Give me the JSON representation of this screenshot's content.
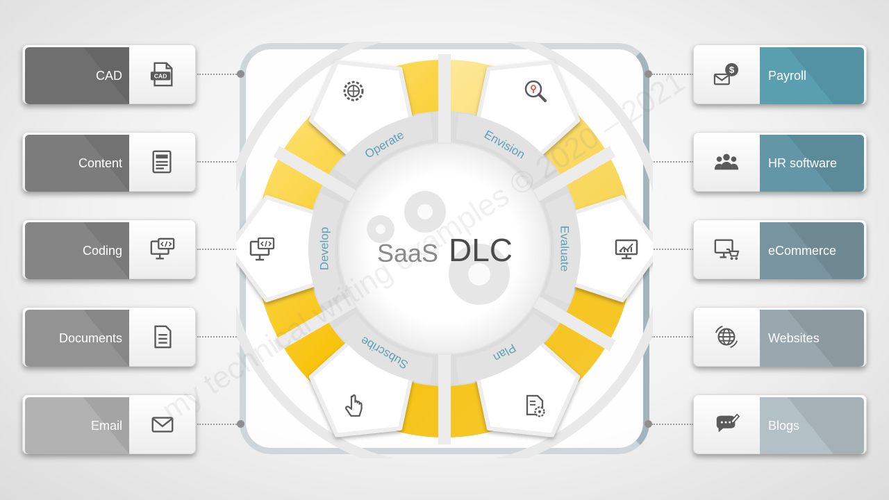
{
  "title": {
    "prefix": "SaaS",
    "main": "DLC"
  },
  "watermark": "my technical writing examples © 2020 – 2021",
  "phases": [
    {
      "label": "Operate",
      "icon": "globe-gear-icon"
    },
    {
      "label": "Envision",
      "icon": "location-search-icon"
    },
    {
      "label": "Evaluate",
      "icon": "monitor-chart-icon"
    },
    {
      "label": "Plan",
      "icon": "document-gear-icon"
    },
    {
      "label": "Subscribe",
      "icon": "pointer-hand-icon"
    },
    {
      "label": "Develop",
      "icon": "monitor-code-icon"
    }
  ],
  "left_items": [
    {
      "label": "CAD",
      "icon": "cad-file-icon",
      "color": "#6f6f6f"
    },
    {
      "label": "Content",
      "icon": "newspaper-icon",
      "color": "#7c7c7c"
    },
    {
      "label": "Coding",
      "icon": "monitor-code-icon",
      "color": "#858585"
    },
    {
      "label": "Documents",
      "icon": "document-icon",
      "color": "#939393"
    },
    {
      "label": "Email",
      "icon": "envelope-icon",
      "color": "#b2b2b2"
    }
  ],
  "right_items": [
    {
      "label": "Payroll",
      "icon": "money-mail-icon",
      "color": "#5a9fb0"
    },
    {
      "label": "HR software",
      "icon": "people-icon",
      "color": "#6396a6"
    },
    {
      "label": "eCommerce",
      "icon": "monitor-cart-icon",
      "color": "#78959f"
    },
    {
      "label": "Websites",
      "icon": "globe-icon",
      "color": "#98a8ae"
    },
    {
      "label": "Blogs",
      "icon": "chat-pen-icon",
      "color": "#b3c0c5"
    }
  ],
  "colors": {
    "accent": "#f5b800",
    "phase_text": "#5e9fb6",
    "icon": "#5a5a5a"
  }
}
